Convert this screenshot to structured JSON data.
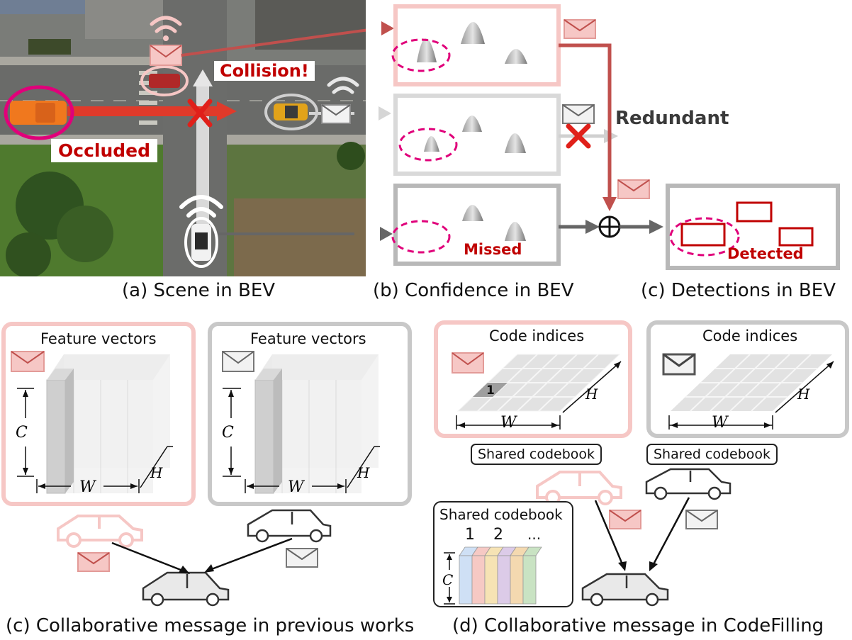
{
  "scene": {
    "labels": {
      "collision": "Collision!",
      "occluded": "Occluded",
      "redundant": "Redundant",
      "missed": "Missed",
      "detected": "Detected"
    }
  },
  "captions": {
    "a": "(a) Scene in BEV",
    "b": "(b) Confidence in BEV",
    "c_top": "(c) Detections in BEV",
    "c_bottom": "(c) Collaborative message in previous works",
    "d": "(d) Collaborative message in CodeFilling"
  },
  "feature_boxes": {
    "title": "Feature vectors",
    "dims": {
      "c": "C",
      "w": "W",
      "h": "H"
    }
  },
  "code_boxes": {
    "title": "Code indices",
    "index_marker": "1",
    "dims": {
      "w": "W",
      "h": "H"
    }
  },
  "codebook": {
    "label": "Shared codebook",
    "inset_title": "Shared codebook",
    "indices": [
      "1",
      "2",
      "..."
    ],
    "dim": "C",
    "stripe_colors": [
      "#cfe0f5",
      "#f6c9c4",
      "#f6e3b4",
      "#dccbe8",
      "#f4d9b0",
      "#c9e3c3"
    ]
  },
  "colors": {
    "pink": "#f6c7c5",
    "pink_line": "#e39b98",
    "gray": "#c8c8c8",
    "dark_red": "#c00000",
    "magenta": "#e0007a",
    "arrow_red": "#c0504d"
  }
}
